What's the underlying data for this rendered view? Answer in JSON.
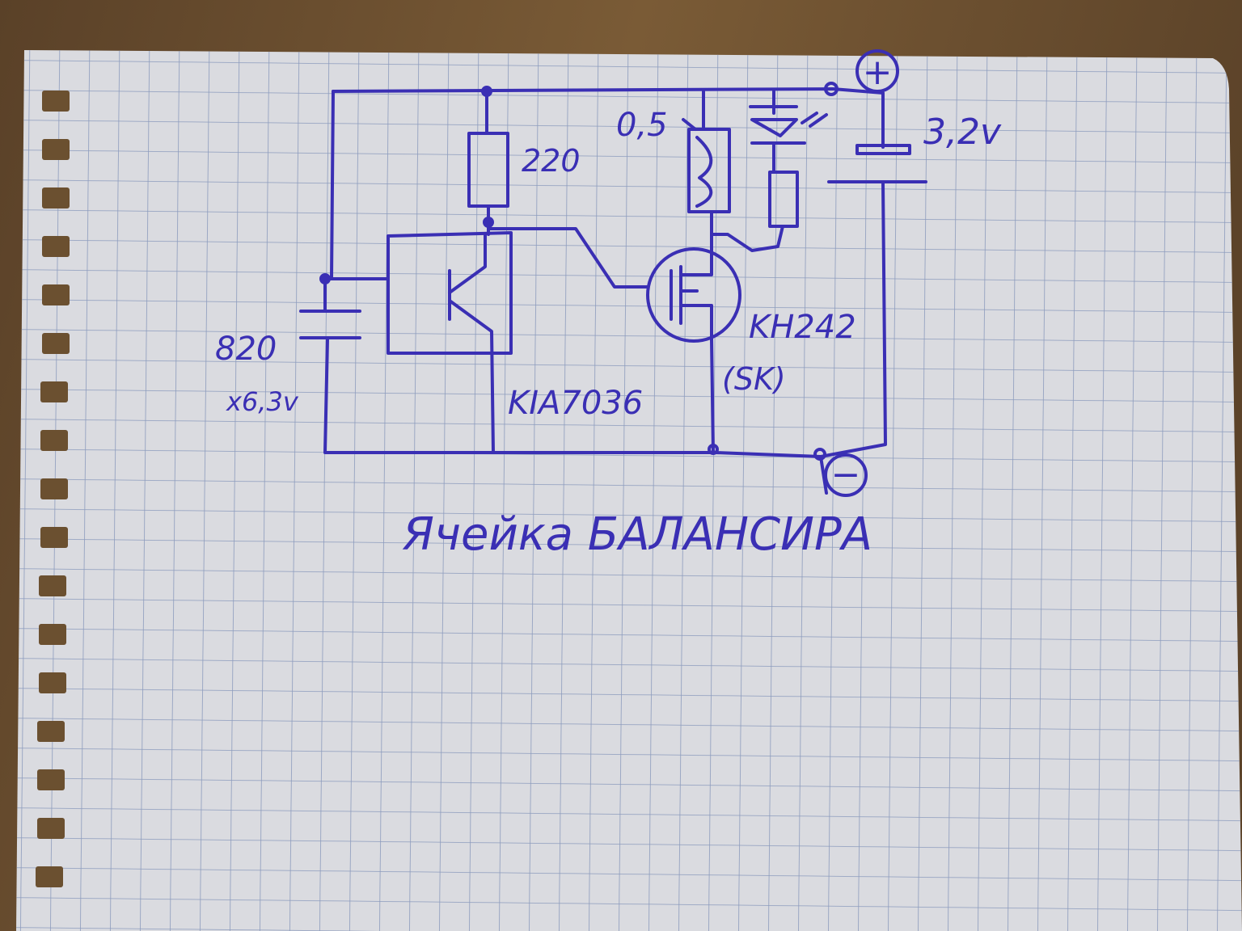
{
  "diagram": {
    "title": "Ячейка БАЛАНСИРА",
    "labels": {
      "r1": "220",
      "r_shunt": "0,5",
      "battery_voltage": "3,2v",
      "cap_value": "820",
      "cap_voltage": "x6,3v",
      "detector": "KIA7036",
      "mosfet": "KH242",
      "mosfet_note": "(SK)",
      "plus": "+",
      "minus": "−"
    }
  },
  "colors": {
    "ink": "#3a2fb4",
    "paper": "#dcdde2",
    "grid": "#8f9fbf",
    "wood": "#6b5030"
  }
}
